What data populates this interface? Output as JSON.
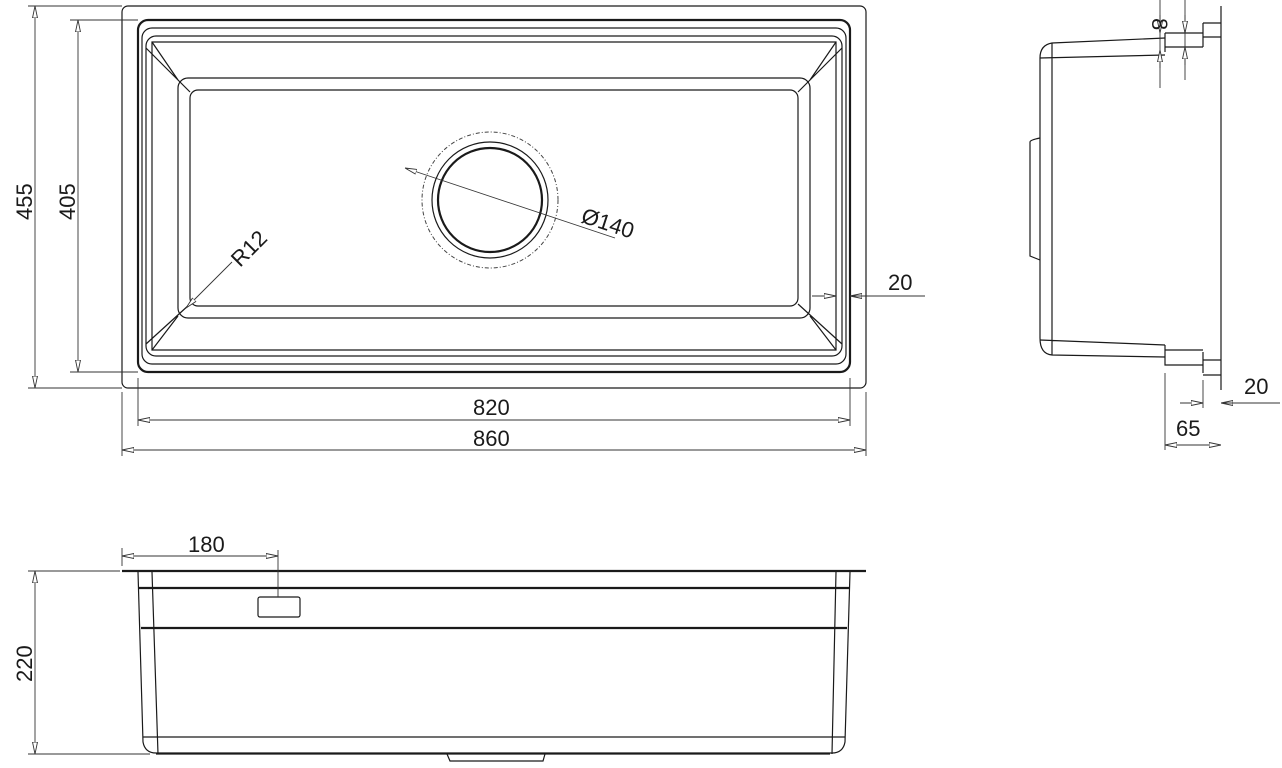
{
  "top_view": {
    "dim_overall_width": "860",
    "dim_bowl_width": "820",
    "dim_overall_depth": "455",
    "dim_bowl_depth": "405",
    "dim_corner_radius": "R12",
    "dim_drain_diameter": "Ø140",
    "dim_flange": "20"
  },
  "side_view": {
    "dim_lip_thickness": "8",
    "dim_step": "65",
    "dim_flange": "20"
  },
  "front_view": {
    "dim_overflow_offset": "180",
    "dim_height": "220"
  }
}
